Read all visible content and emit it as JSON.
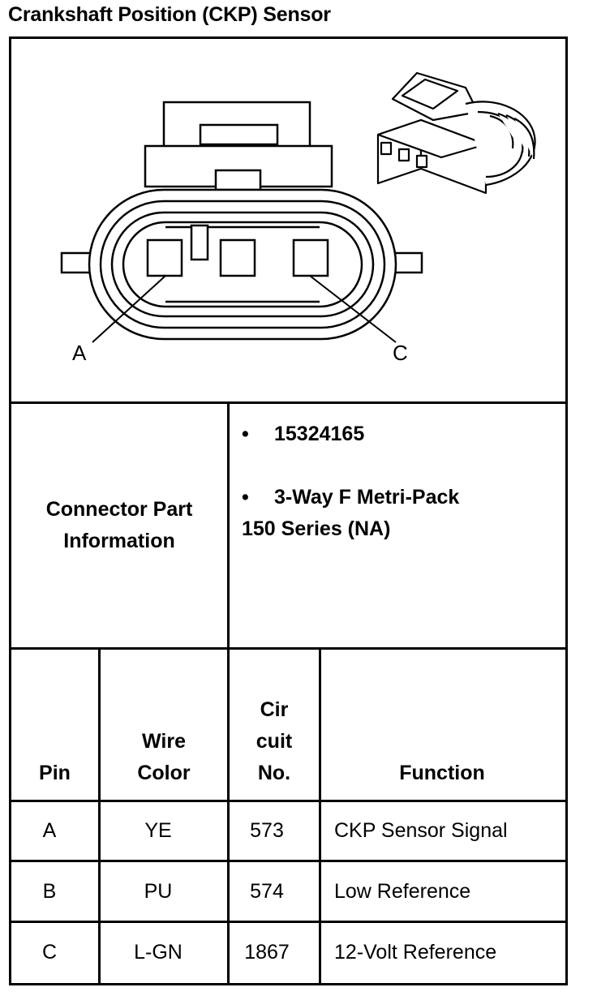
{
  "title": "Crankshaft Position (CKP) Sensor",
  "diagram": {
    "pin_label_left": "A",
    "pin_label_right": "C"
  },
  "connector_info": {
    "label_line1": "Connector Part",
    "label_line2": "Information",
    "bullet1": "15324165",
    "bullet2_line1": "3-Way F Metri-Pack",
    "bullet2_line2": "150 Series (NA)"
  },
  "table": {
    "headers": {
      "pin": "Pin",
      "wire_color_line1": "Wire",
      "wire_color_line2": "Color",
      "circuit_line1": "Cir",
      "circuit_line2": "cuit",
      "circuit_line3": "No.",
      "function": "Function"
    },
    "rows": [
      {
        "pin": "A",
        "wire_color": "YE",
        "circuit": "573",
        "function": "CKP Sensor Signal"
      },
      {
        "pin": "B",
        "wire_color": "PU",
        "circuit": "574",
        "function": "Low Reference"
      },
      {
        "pin": "C",
        "wire_color": "L-GN",
        "circuit": "1867",
        "function": "12-Volt Reference"
      }
    ]
  }
}
